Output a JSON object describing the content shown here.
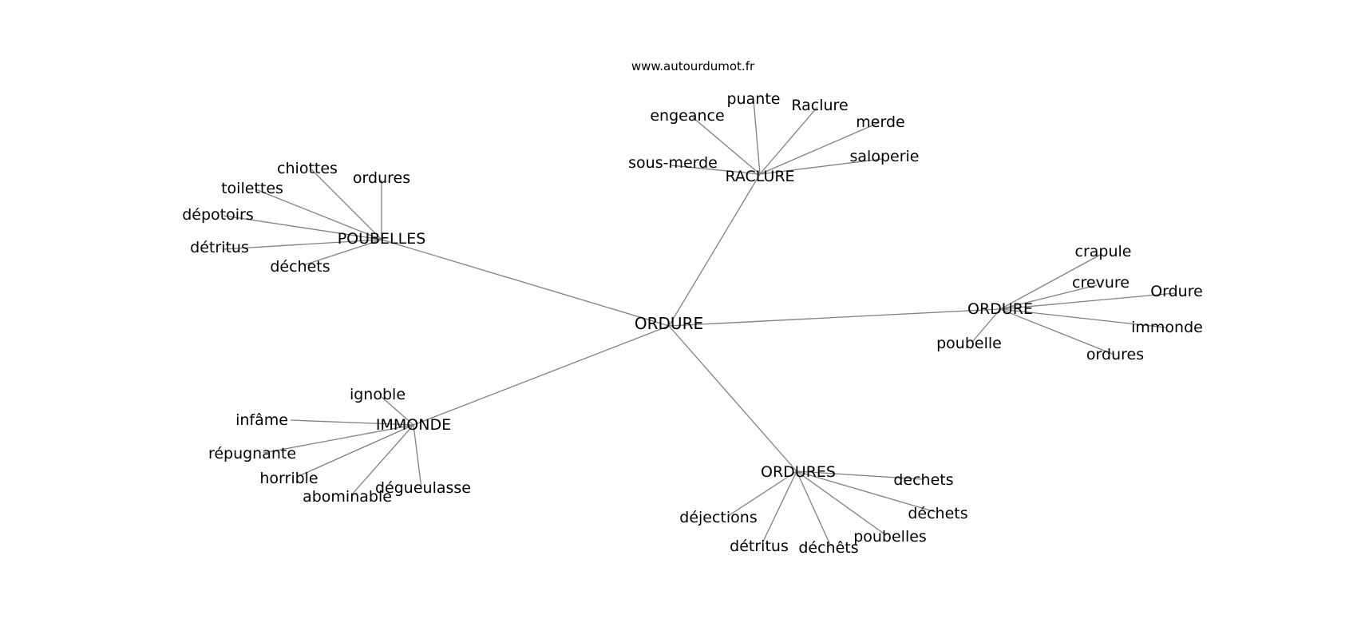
{
  "source": "www.autourdumot.fr",
  "edge_color": "#808080",
  "center": {
    "label": "ORDURE"
  },
  "clusters": [
    {
      "hub": "POUBELLES",
      "leaves": [
        "chiottes",
        "ordures",
        "toilettes",
        "dépotoirs",
        "détritus",
        "déchets"
      ]
    },
    {
      "hub": "RACLURE",
      "leaves": [
        "puante",
        "engeance",
        "Raclure",
        "merde",
        "sous-merde",
        "saloperie"
      ]
    },
    {
      "hub": "ORDURE",
      "leaves": [
        "crapule",
        "crevure",
        "Ordure",
        "immonde",
        "poubelle",
        "ordures"
      ]
    },
    {
      "hub": "IMMONDE",
      "leaves": [
        "ignoble",
        "infâme",
        "répugnante",
        "horrible",
        "abominable",
        "dégueulasse"
      ]
    },
    {
      "hub": "ORDURES",
      "leaves": [
        "dechets",
        "déchets",
        "déjections",
        "poubelles",
        "détritus",
        "déchêts"
      ]
    }
  ]
}
